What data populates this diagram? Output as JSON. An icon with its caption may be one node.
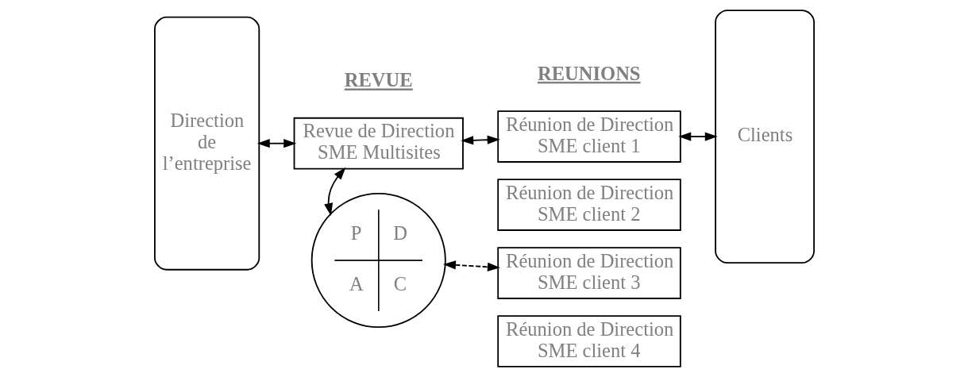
{
  "diagram": {
    "nodes": [
      {
        "text": [
          "Direction de l’entreprise"
        ]
      },
      {
        "text": [
          "Revue de Direction SME Multisites"
        ]
      },
      {
        "text": [
          "P",
          "D",
          "A",
          "C"
        ]
      },
      {
        "text": [
          "Réunion de Direction SME client 1"
        ]
      },
      {
        "text": [
          "Réunion de Direction SME client 2"
        ]
      },
      {
        "text": [
          "Réunion de Direction SME client 3"
        ]
      },
      {
        "text": [
          "Réunion de Direction SME client 4"
        ]
      },
      {
        "text": [
          "Clients"
        ]
      }
    ],
    "edges": [
      {
        "from": 0,
        "to": 1,
        "arrow": "both"
      },
      {
        "from": 1,
        "to": 3,
        "arrow": "both"
      },
      {
        "from": 3,
        "to": 7,
        "arrow": "both"
      },
      {
        "from": 1,
        "to": 2,
        "arrow": "both"
      },
      {
        "from": 2,
        "to": 5,
        "arrow": "both",
        "style": "dashed"
      }
    ],
    "labels": [
      "REVUE",
      "REUNIONS"
    ]
  }
}
